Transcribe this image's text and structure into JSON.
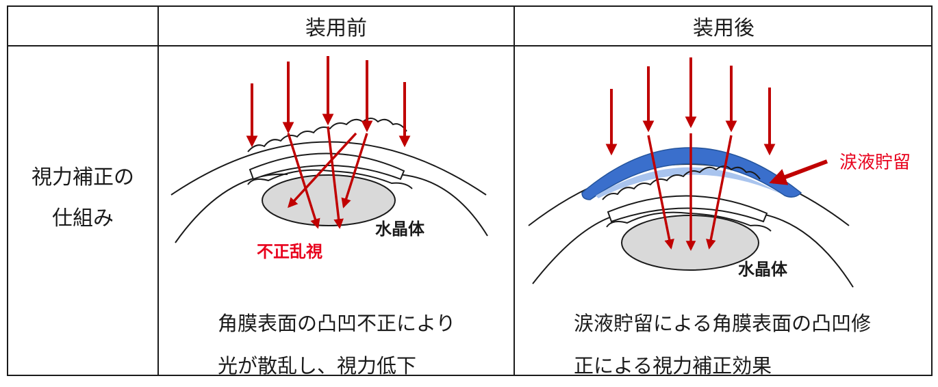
{
  "table": {
    "header_before": "装用前",
    "header_after": "装用後",
    "row_label_line1": "視力補正の",
    "row_label_line2": "仕組み"
  },
  "before": {
    "label_astigmatism": "不正乱視",
    "label_lens": "水晶体",
    "caption_line1": "角膜表面の凸凹不正により",
    "caption_line2": "光が散乱し、視力低下"
  },
  "after": {
    "label_tear": "涙液貯留",
    "label_lens": "水晶体",
    "caption_line1": "涙液貯留による角膜表面の凸凹修",
    "caption_line2": "正による視力補正効果"
  },
  "colors": {
    "arrow": "#c00000",
    "label_red": "#e8001c",
    "lens_fill": "#d9d9d9",
    "tear_dark": "#3a6fcc",
    "tear_light": "#a9c4ee",
    "line": "#1a1a1a"
  }
}
